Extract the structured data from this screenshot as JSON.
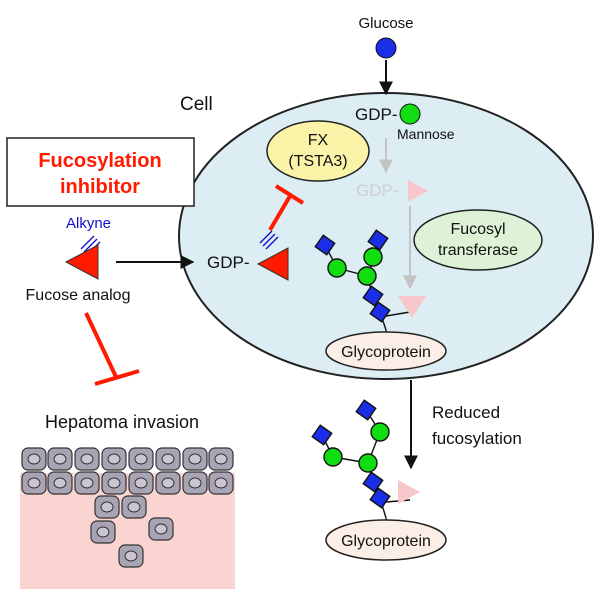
{
  "labels": {
    "glucose": "Glucose",
    "cell": "Cell",
    "gdp_top": "GDP-",
    "mannose": "Mannose",
    "fx_line1": "FX",
    "fx_line2": "(TSTA3)",
    "gdp_faded": "GDP-",
    "fucosyl_line1": "Fucosyl",
    "fucosyl_line2": "transferase",
    "inhibitor_line1": "Fucosylation",
    "inhibitor_line2": "inhibitor",
    "alkyne": "Alkyne",
    "fucose_analog": "Fucose analog",
    "gdp_analog": "GDP-",
    "glycoprotein_inner": "Glycoprotein",
    "reduced_line1": "Reduced",
    "reduced_line2": "fucosylation",
    "glycoprotein_outer": "Glycoprotein",
    "hepatoma": "Hepatoma invasion"
  },
  "colors": {
    "cell_fill": "#dcedf4",
    "fx_fill": "#fbf3a8",
    "fucosyl_fill": "#ddf2d6",
    "glycoprotein_fill": "#fbeee6",
    "inhibit_red": "#ff1a00",
    "alkyne_blue": "#1010c8",
    "glucose_blue": "#1a2ee8",
    "mannose_green": "#11dd11",
    "glcnac_blue": "#1a2ee8",
    "fucose_pink": "#f7c7cb",
    "tissue_pink": "#fad4d0",
    "hepatocyte_gray": "#a8a4b4"
  }
}
